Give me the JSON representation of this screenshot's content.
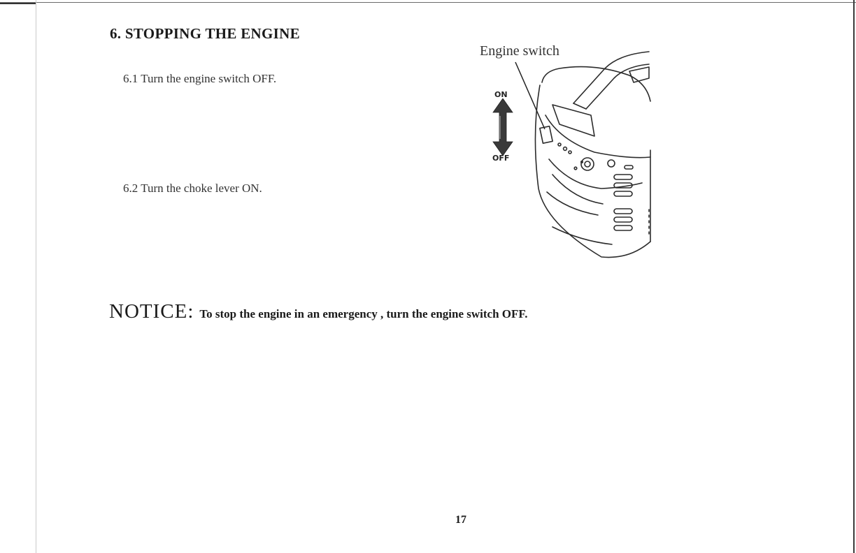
{
  "section": {
    "title": "6. STOPPING THE ENGINE"
  },
  "steps": [
    {
      "text": "6.1 Turn the engine switch OFF."
    },
    {
      "text": "6.2 Turn the choke lever ON."
    }
  ],
  "figure": {
    "label": "Engine switch",
    "on_label": "ON",
    "off_label": "OFF",
    "icon": "double-arrow-icon"
  },
  "notice": {
    "label": "NOTICE:",
    "text": "To stop the engine in an emergency , turn the engine switch OFF."
  },
  "page_number": "17"
}
